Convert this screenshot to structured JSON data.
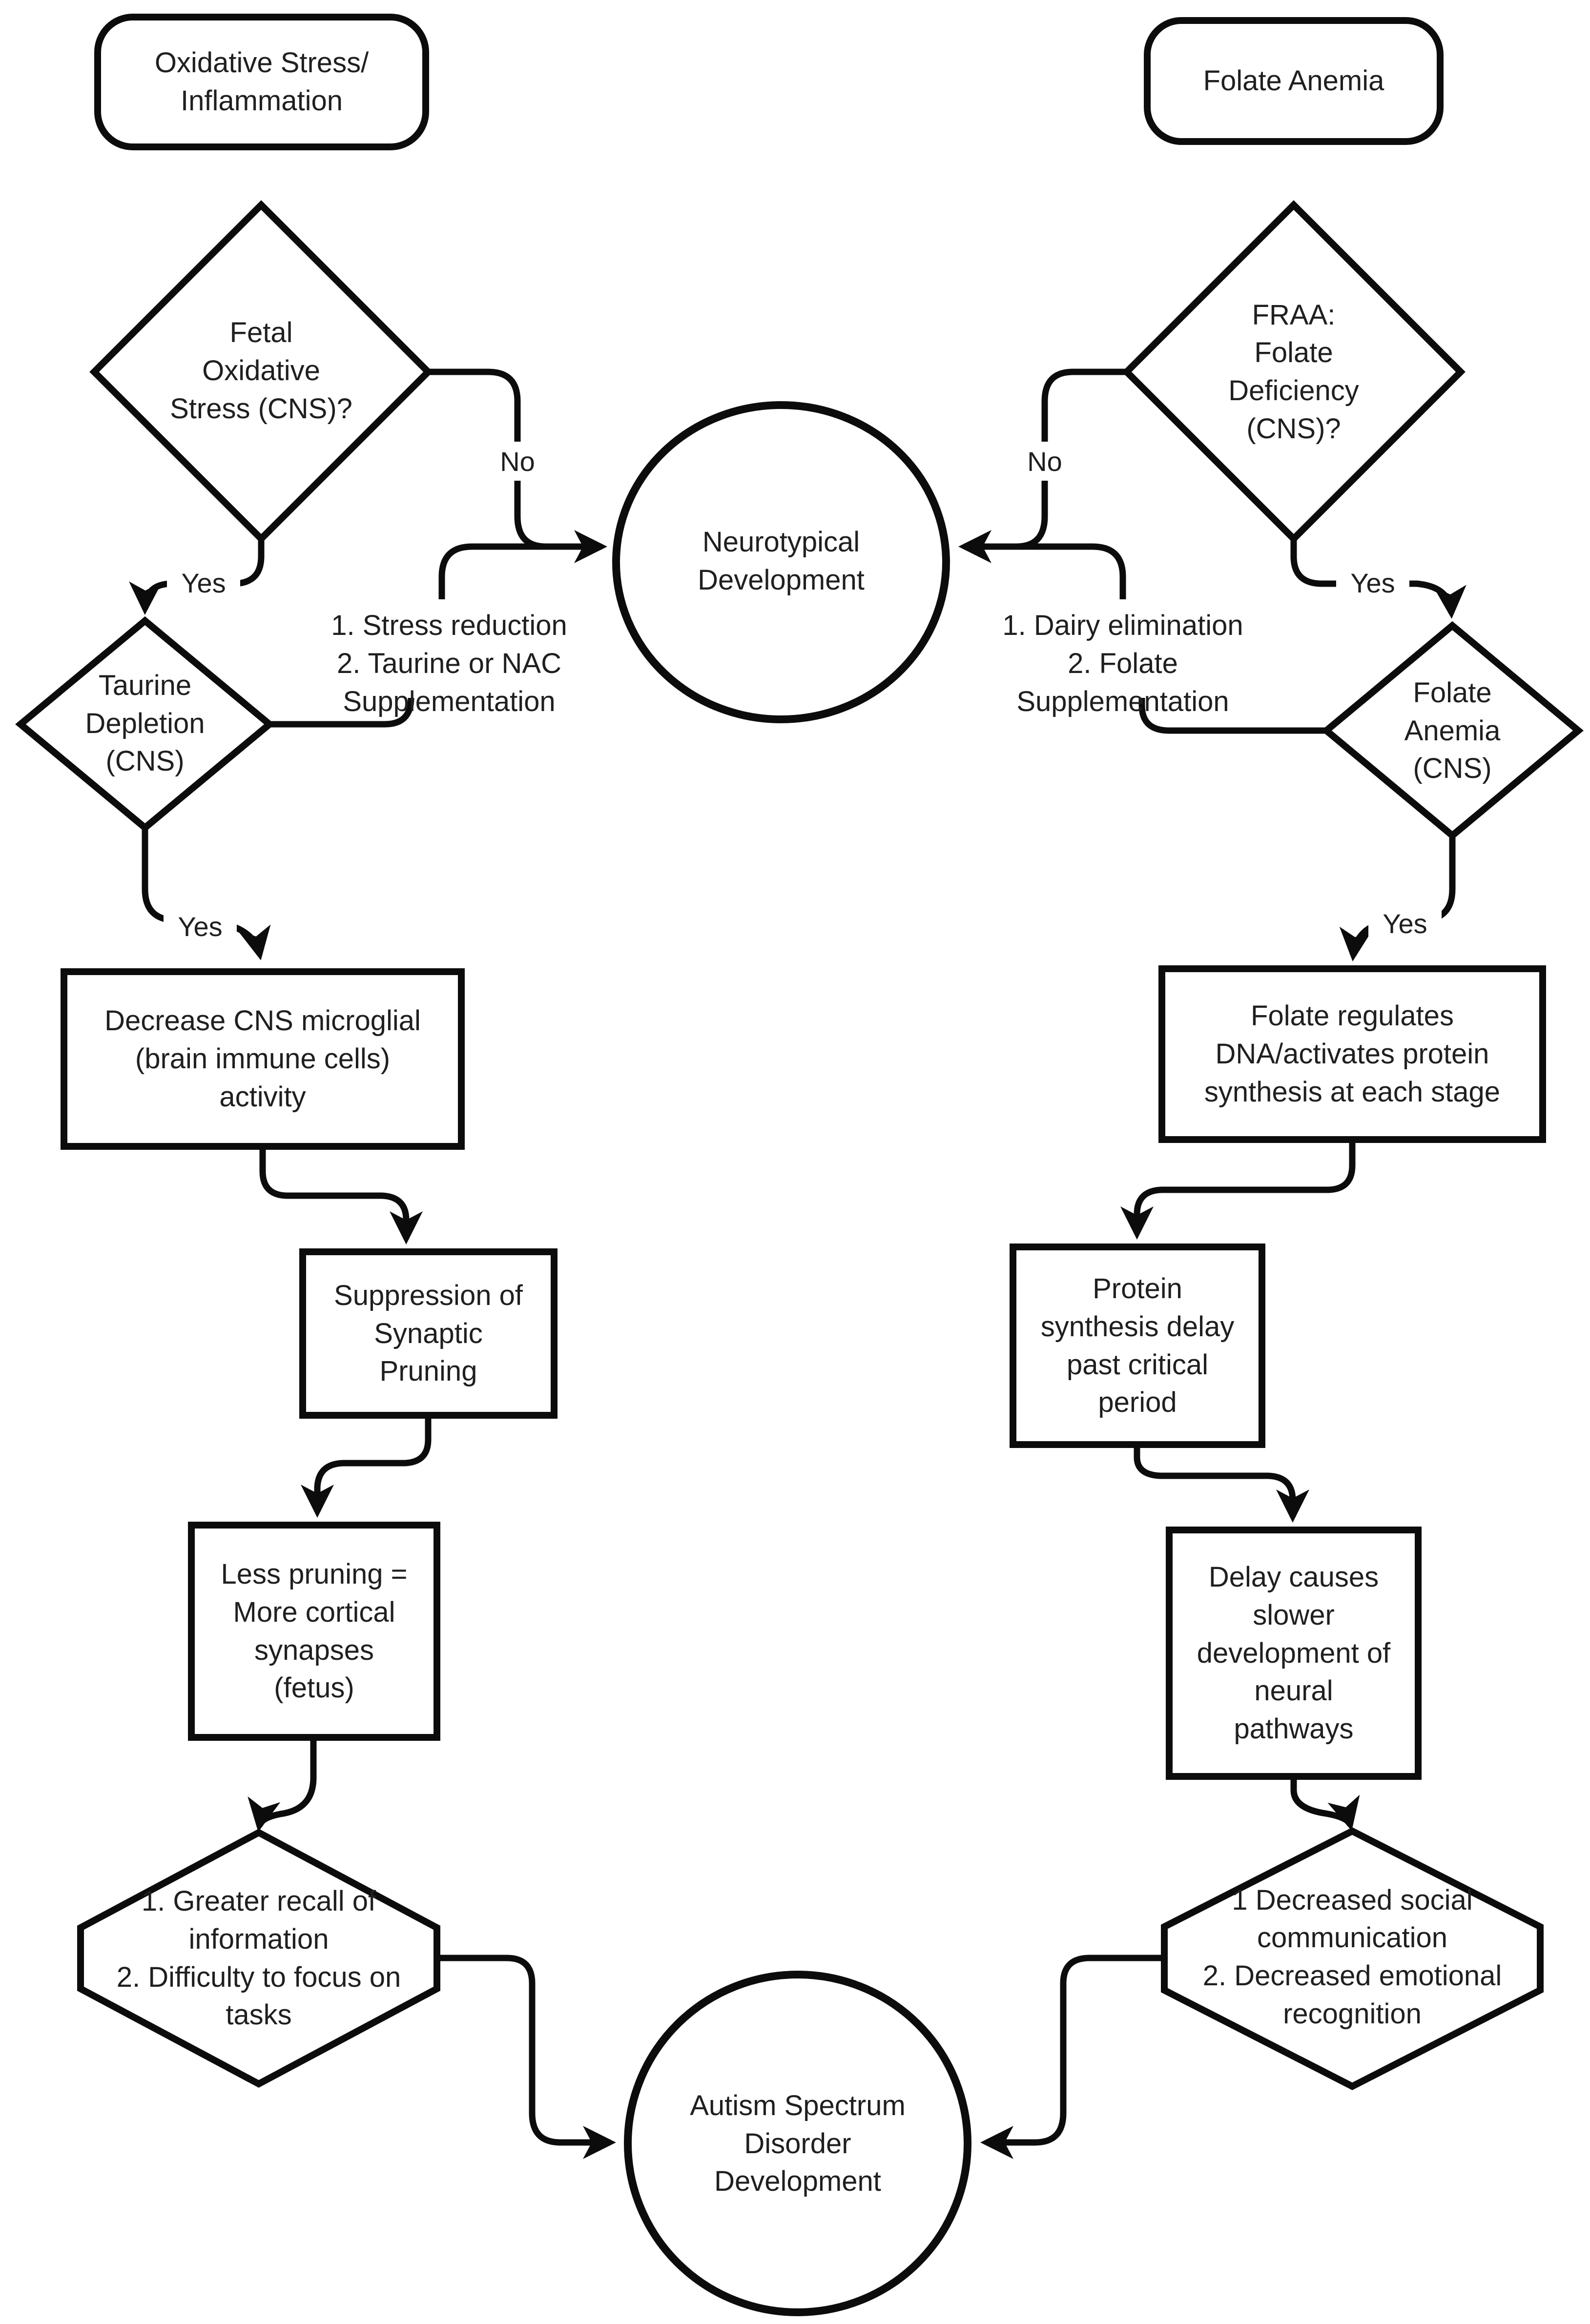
{
  "title": "Autism Spectrum Disorder development flowchart",
  "accent_color": "#0c0c0c",
  "nodes": {
    "pill_left": "Oxidative Stress/\nInflammation",
    "pill_right": "Folate Anemia",
    "diamond_left": "Fetal\nOxidative\nStress (CNS)?",
    "diamond_right": "FRAA:\nFolate\nDeficiency\n(CNS)?",
    "circle_neurotypical": "Neurotypical\nDevelopment",
    "diamond_taurine": "Taurine\nDepletion\n(CNS)",
    "diamond_folate_anemia": "Folate\nAnemia\n(CNS)",
    "treatment_left": "1. Stress reduction\n2. Taurine or NAC\nSupplementation",
    "treatment_right": "1. Dairy elimination\n2.  Folate\nSupplementation",
    "rect_microglial": "Decrease CNS microglial\n(brain immune cells)\nactivity",
    "rect_folate_regulates": "Folate regulates\nDNA/activates protein\nsynthesis at each stage",
    "rect_suppression": "Suppression of\nSynaptic\nPruning",
    "rect_protein_delay": "Protein\nsynthesis delay\npast critical\nperiod",
    "rect_less_pruning": "Less pruning =\nMore cortical\nsynapses\n(fetus)",
    "rect_delay_slower": "Delay causes\nslower\ndevelopment of\nneural\npathways",
    "hex_left": "1. Greater recall of\ninformation\n2. Difficulty to focus on\ntasks",
    "hex_right": "1 Decreased social\ncommunication\n2. Decreased emotional\nrecognition",
    "circle_asd": "Autism Spectrum\nDisorder\nDevelopment"
  },
  "labels": {
    "no_left": "No",
    "no_right": "No",
    "yes_left_upper": "Yes",
    "yes_right_upper": "Yes",
    "yes_left_lower": "Yes",
    "yes_right_lower": "Yes"
  }
}
